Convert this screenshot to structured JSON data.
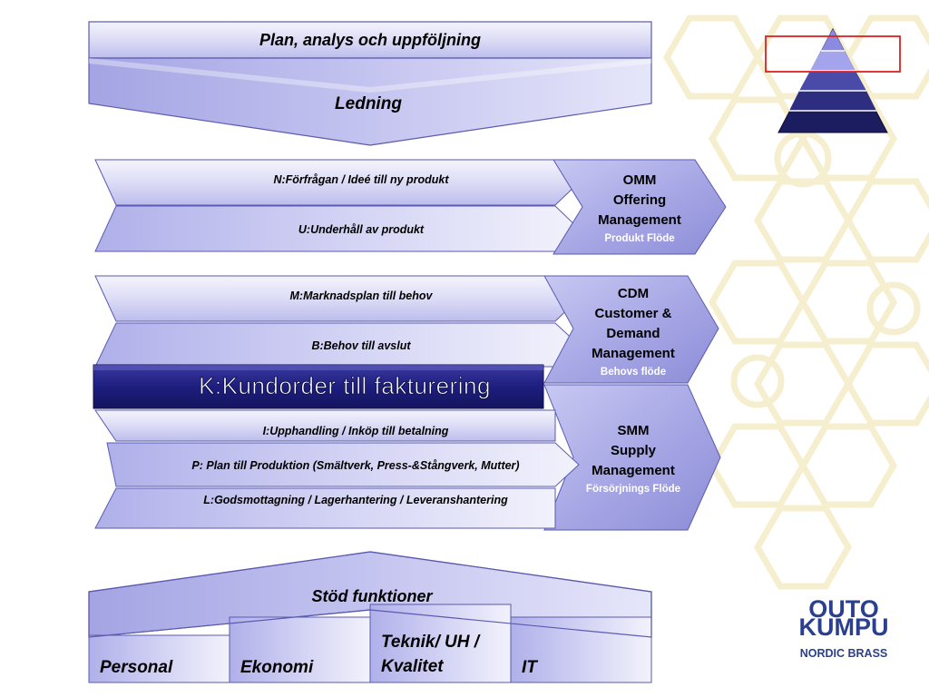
{
  "top_header": {
    "title": "Plan, analys och uppföljning",
    "subtitle": "Ledning"
  },
  "flow_omm": {
    "processes": [
      "N:Förfrågan / Ideé till ny produkt",
      "U:Underhåll av produkt"
    ],
    "title_lines": [
      "OMM",
      "Offering",
      "Management"
    ],
    "flow_label": "Produkt Flöde"
  },
  "flow_cdm": {
    "processes": [
      "M:Marknadsplan till behov",
      "B:Behov till avslut"
    ],
    "title_lines": [
      "CDM",
      "Customer &",
      "Demand",
      "Management"
    ],
    "flow_label": "Behovs flöde"
  },
  "highlight_process": "K:Kundorder till fakturering",
  "flow_smm": {
    "processes": [
      "I:Upphandling / Inköp till betalning",
      "P: Plan till Produktion (Smältverk, Press-&Stångverk, Mutter)",
      "L:Godsmottagning / Lagerhantering / Leveranshantering"
    ],
    "title_lines": [
      "SMM",
      "Supply",
      "Management"
    ],
    "flow_label": "Försörjnings Flöde"
  },
  "support": {
    "title": "Stöd funktioner",
    "items": [
      [
        "Personal"
      ],
      [
        "Ekonomi"
      ],
      [
        "Teknik/ UH /",
        "Kvalitet"
      ],
      [
        "IT"
      ]
    ]
  },
  "logo": {
    "line1": "OUTO",
    "line2": "KUMPU",
    "line3": "NORDIC BRASS"
  },
  "colors": {
    "lavender_light": "#e8e8f9",
    "lavender_mid": "#b8b8ec",
    "highlight_dark": "#1a1a78",
    "border": "#5a5ab0",
    "pyramid_top": "#8a8ae0",
    "pyramid_mid": "#4a4aa8",
    "pyramid_dark": "#1c1c60",
    "red_marker": "#e02020",
    "logo_blue": "#2a3f8f",
    "bg_hex": "#f6efcf"
  }
}
